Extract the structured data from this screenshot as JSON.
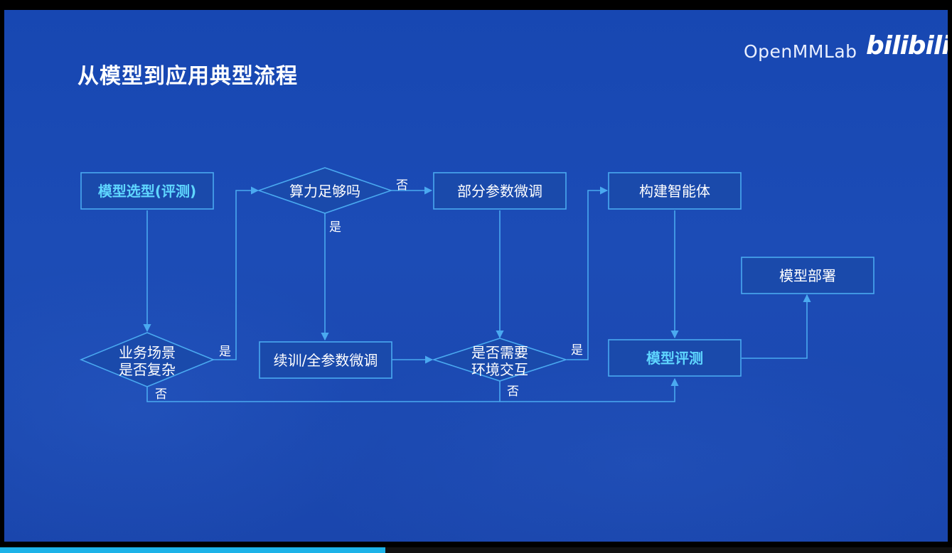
{
  "slide": {
    "title": "从模型到应用典型流程",
    "brand": "OpenMMLab",
    "site_logo": "bilibili"
  },
  "colors": {
    "background": "#1c4cb6",
    "node_border": "#4aa9f0",
    "accent_text": "#5fd6ff"
  },
  "nodes": {
    "model_selection": "模型选型(评测)",
    "compute_check": "算力足够吗",
    "partial_finetune": "部分参数微调",
    "build_agent": "构建智能体",
    "model_deploy": "模型部署",
    "business_check": [
      "业务场景",
      "是否复杂"
    ],
    "full_finetune": "续训/全参数微调",
    "env_interact_check": [
      "是否需要",
      "环境交互"
    ],
    "model_eval": "模型评测"
  },
  "edge_labels": {
    "compute_no": "否",
    "compute_yes": "是",
    "business_yes": "是",
    "business_no": "否",
    "env_yes": "是",
    "env_no": "否"
  },
  "video_progress": 0.405
}
